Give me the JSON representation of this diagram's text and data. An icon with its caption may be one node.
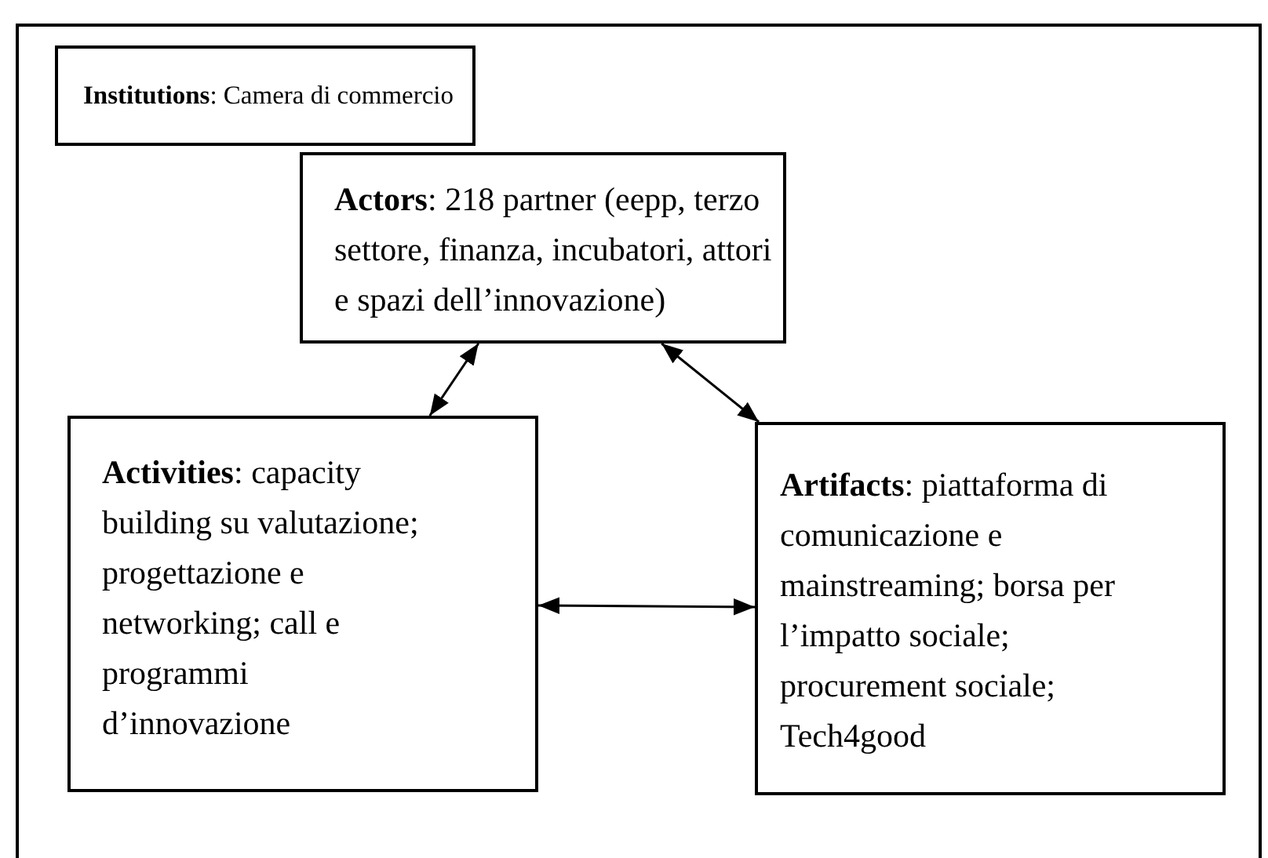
{
  "diagram": {
    "nodes": [
      {
        "text": [],
        "shape": "box"
      },
      {
        "text": [
          "**Institutions**: Camera di commercio"
        ],
        "in": 0
      },
      {
        "text": [
          "**Actors**: 218 partner (eepp, terzo settore, finanza, incubatori, attori e spazi dell’innovazione)"
        ],
        "in": 0
      },
      {
        "text": [
          "**Activities**: capacity building su valutazione; progettazione e networking; call e programmi d’innovazione"
        ],
        "in": 0
      },
      {
        "text": [
          "**Artifacts**: piattaforma di comunicazione e mainstreaming; borsa per l’impatto sociale; procurement sociale; Tech4good"
        ],
        "in": 0
      }
    ],
    "edges": [
      {
        "from": 2,
        "to": 3,
        "arrow": "both"
      },
      {
        "from": 2,
        "to": 4,
        "arrow": "both"
      },
      {
        "from": 3,
        "to": 4,
        "arrow": "both"
      }
    ]
  }
}
